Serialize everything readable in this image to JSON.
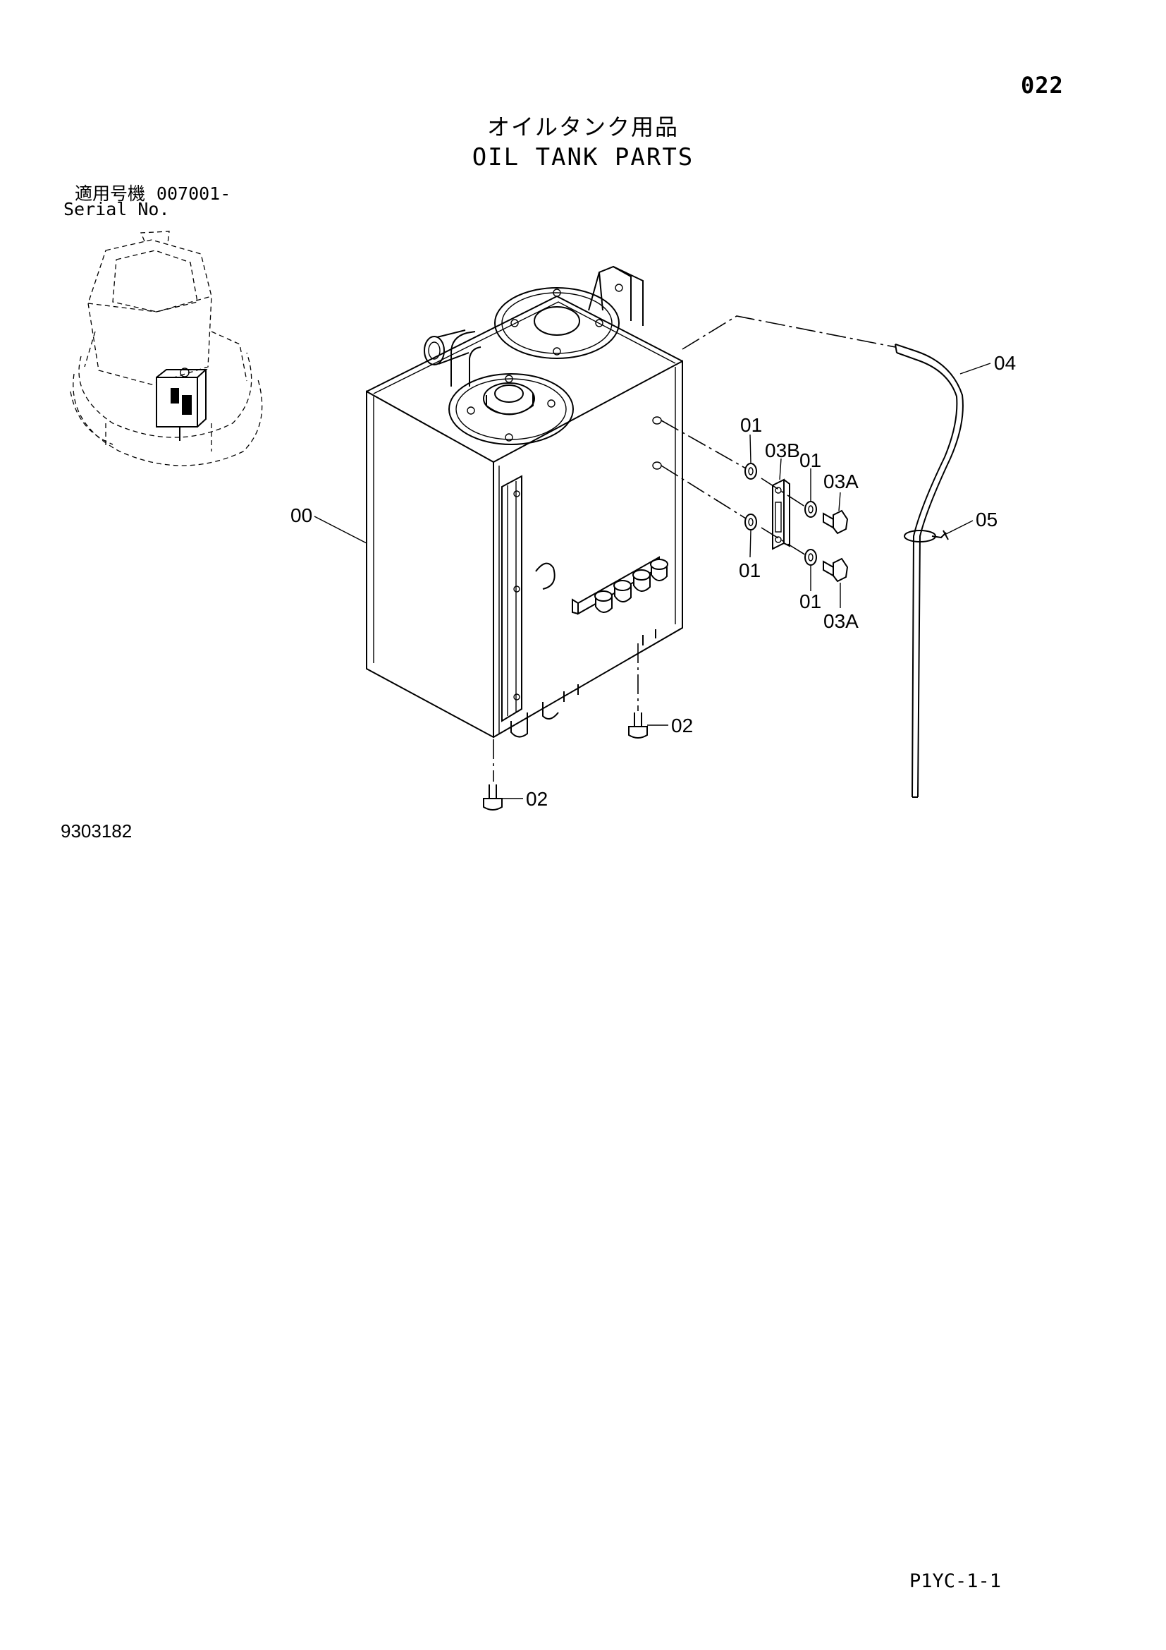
{
  "page": {
    "number": "022",
    "title_jp": "オイルタンク用品",
    "title_en": "OIL TANK PARTS",
    "serial_label_jp": "適用号機",
    "serial_value": "007001-",
    "serial_label_en": "Serial No.",
    "document_number": "9303182",
    "page_code": "P1YC-1-1"
  },
  "callouts": {
    "oil_tank": "00",
    "washer_upper": "01",
    "sight_gauge": "03B",
    "washer_upper_right": "01",
    "bolt_upper": "03A",
    "washer_lower": "01",
    "washer_lower_right": "01",
    "bolt_lower": "03A",
    "bottom_bolt_right": "02",
    "bottom_bolt_left": "02",
    "dipstick": "04",
    "clamp": "05"
  }
}
